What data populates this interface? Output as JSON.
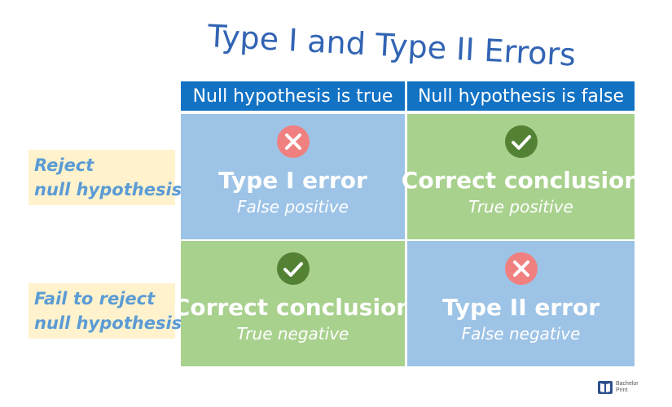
{
  "title": "Type I and Type II Errors",
  "columns": [
    {
      "label": "Null hypothesis is true"
    },
    {
      "label": "Null hypothesis is false"
    }
  ],
  "rows": [
    {
      "label_line1": "Reject",
      "label_line2": "null hypothesis"
    },
    {
      "label_line1": "Fail to reject",
      "label_line2": "null hypothesis"
    }
  ],
  "cells": [
    [
      {
        "icon": "x-circle-icon",
        "title": "Type I error",
        "subtitle": "False positive",
        "color": "#9dc3e6"
      },
      {
        "icon": "check-circle-icon",
        "title": "Correct conclusion",
        "subtitle": "True positive",
        "color": "#a9d18e"
      }
    ],
    [
      {
        "icon": "check-circle-icon",
        "title": "Correct conclusion",
        "subtitle": "True negative",
        "color": "#a9d18e"
      },
      {
        "icon": "x-circle-icon",
        "title": "Type II error",
        "subtitle": "False negative",
        "color": "#9dc3e6"
      }
    ]
  ],
  "colors": {
    "header_blue": "#1272c4",
    "title_blue": "#3264b4",
    "label_bg": "#fff2cc",
    "label_text": "#5b9bd5",
    "error_icon": "#f08080",
    "check_icon": "#548235"
  },
  "logo": {
    "line1": "Bachelor",
    "line2": "Print"
  }
}
